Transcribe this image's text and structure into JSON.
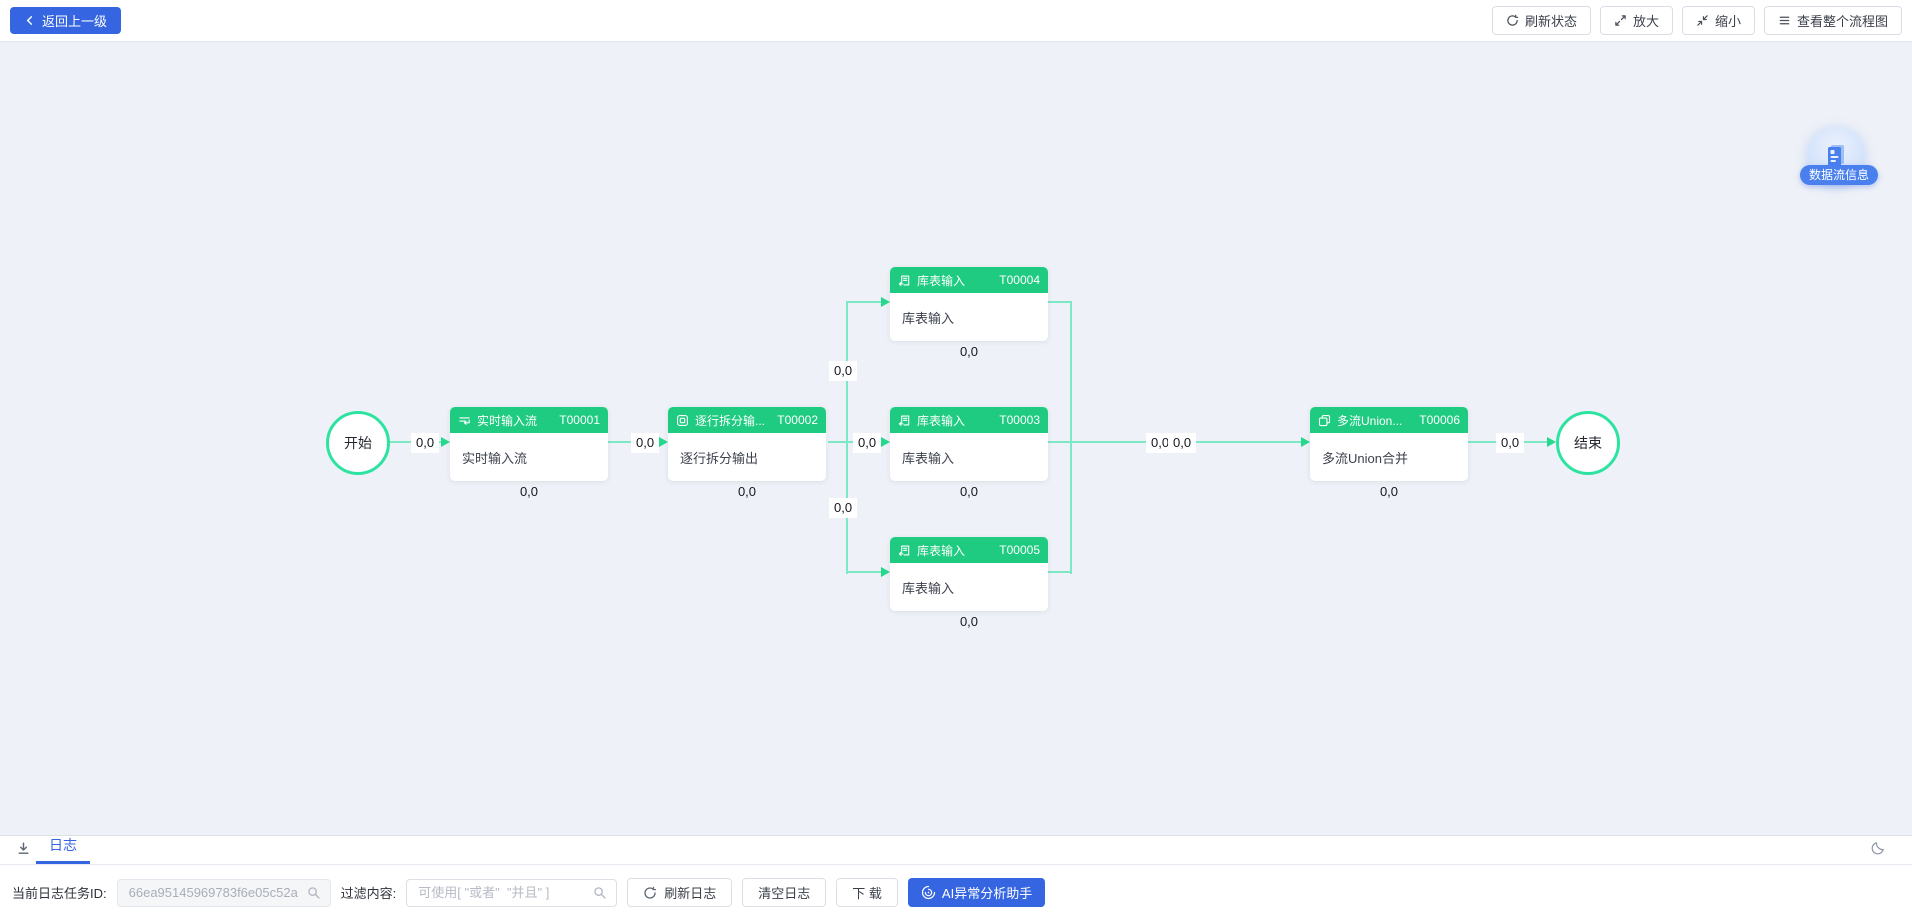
{
  "topbar": {
    "back_label": "返回上一级",
    "refresh_status_label": "刷新状态",
    "zoom_in_label": "放大",
    "zoom_out_label": "缩小",
    "view_full_flow_label": "查看整个流程图"
  },
  "canvas": {
    "start_label": "开始",
    "end_label": "结束",
    "edge_label": "0,0",
    "info_widget_label": "数据流信息",
    "nodes": [
      {
        "icon": "realtime-input-icon",
        "title": "实时输入流",
        "id": "T00001",
        "body": "实时输入流",
        "count": "0,0"
      },
      {
        "icon": "row-split-icon",
        "title": "逐行拆分输...",
        "id": "T00002",
        "body": "逐行拆分输出",
        "count": "0,0"
      },
      {
        "icon": "table-input-icon",
        "title": "库表输入",
        "id": "T00004",
        "body": "库表输入",
        "count": "0,0"
      },
      {
        "icon": "table-input-icon",
        "title": "库表输入",
        "id": "T00003",
        "body": "库表输入",
        "count": "0,0"
      },
      {
        "icon": "table-input-icon",
        "title": "库表输入",
        "id": "T00005",
        "body": "库表输入",
        "count": "0,0"
      },
      {
        "icon": "union-icon",
        "title": "多流Union...",
        "id": "T00006",
        "body": "多流Union合并",
        "count": "0,0"
      }
    ]
  },
  "log_panel": {
    "tab_label": "日志",
    "task_id_label": "当前日志任务ID:",
    "task_id_value": "66ea95145969783f6e05c52a",
    "filter_label": "过滤内容:",
    "filter_placeholder": "可使用[ \"或者\"  \"并且\" ]",
    "refresh_log_label": "刷新日志",
    "clear_log_label": "清空日志",
    "download_label": "下 载",
    "ai_assistant_label": "AI异常分析助手"
  },
  "colors": {
    "accent_blue": "#3565e0",
    "node_green": "#1ecb80",
    "edge_green": "#7ce9c4",
    "arrow_green": "#25d88b"
  }
}
